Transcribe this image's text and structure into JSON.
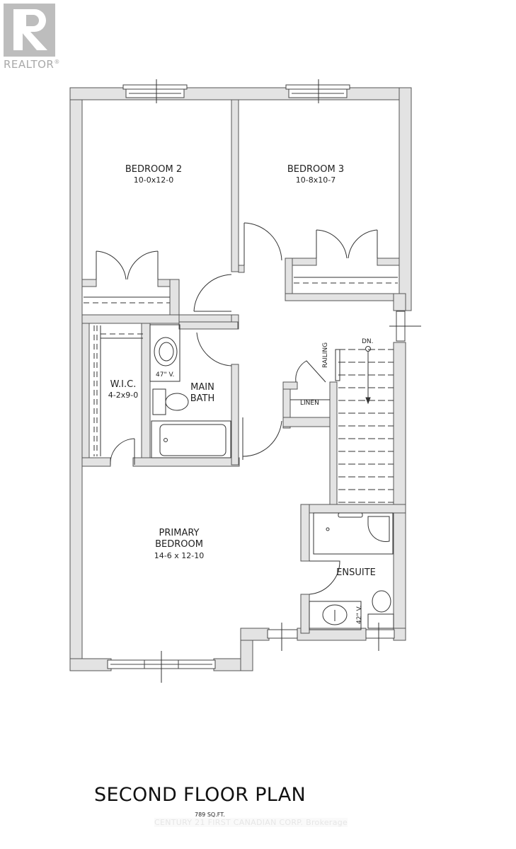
{
  "logo": {
    "text": "REALTOR",
    "mark": "®"
  },
  "rooms": {
    "bedroom2": {
      "name": "BEDROOM 2",
      "dim": "10-0x12-0"
    },
    "bedroom3": {
      "name": "BEDROOM 3",
      "dim": "10-8x10-7"
    },
    "wic": {
      "name": "W.I.C.",
      "dim": "4-2x9-0"
    },
    "main_bath": {
      "name_line1": "MAIN",
      "name_line2": "BATH",
      "vanity": "47\" V."
    },
    "linen": {
      "name": "LINEN"
    },
    "railing": {
      "name": "RAILING"
    },
    "stairs": {
      "label": "DN."
    },
    "primary": {
      "name_line1": "PRIMARY",
      "name_line2": "BEDROOM",
      "dim": "14-6 x 12-10"
    },
    "ensuite": {
      "name": "ENSUITE",
      "vanity": "42\" V."
    }
  },
  "footer": {
    "title": "SECOND FLOOR PLAN",
    "area": "789 SQ.FT.",
    "watermark": "CENTURY 21 FIRST CANADIAN CORP. Brokerage"
  },
  "colors": {
    "wall_fill": "#e3e3e3",
    "line": "#555555",
    "logo": "#bdbdbd"
  }
}
